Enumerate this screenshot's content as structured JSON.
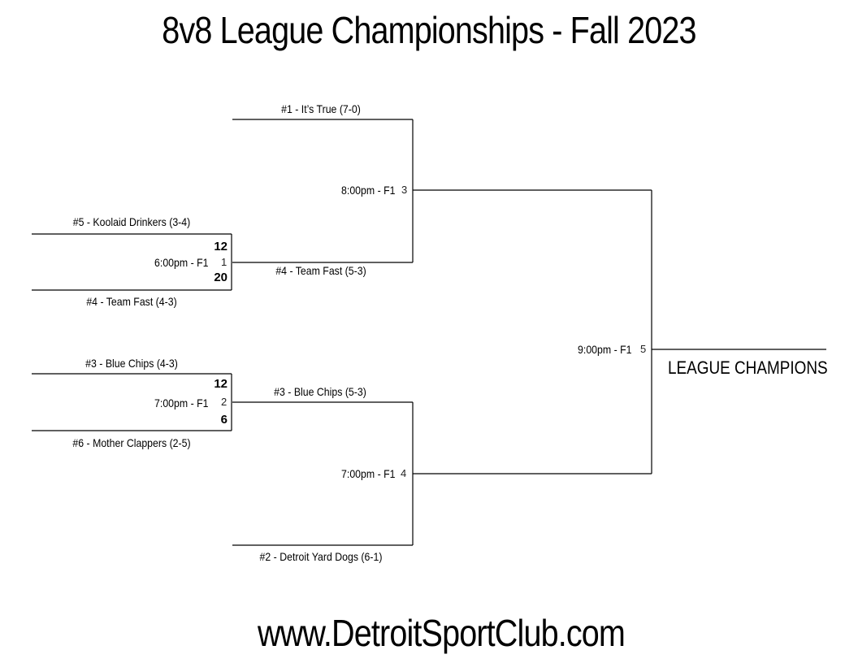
{
  "title": "8v8 League Championships - Fall 2023",
  "footer": "www.DetroitSportClub.com",
  "champion_label": "LEAGUE CHAMPIONS",
  "round1": [
    {
      "game": "1",
      "time": "6:00pm - F1",
      "top_team": "#5 - Koolaid Drinkers (3-4)",
      "top_score": "12",
      "bottom_team": "#4 - Team Fast (4-3)",
      "bottom_score": "20"
    },
    {
      "game": "2",
      "time": "7:00pm - F1",
      "top_team": "#3 - Blue Chips (4-3)",
      "top_score": "12",
      "bottom_team": "#6 - Mother Clappers (2-5)",
      "bottom_score": "6"
    }
  ],
  "semis": [
    {
      "game": "3",
      "time": "8:00pm - F1",
      "top_team": "#1 - It’s True (7-0)",
      "bottom_team": "#4 - Team Fast (5-3)"
    },
    {
      "game": "4",
      "time": "7:00pm - F1",
      "top_team": "#3 - Blue Chips (5-3)",
      "bottom_team": "#2 - Detroit Yard Dogs (6-1)"
    }
  ],
  "final": {
    "game": "5",
    "time": "9:00pm - F1"
  }
}
